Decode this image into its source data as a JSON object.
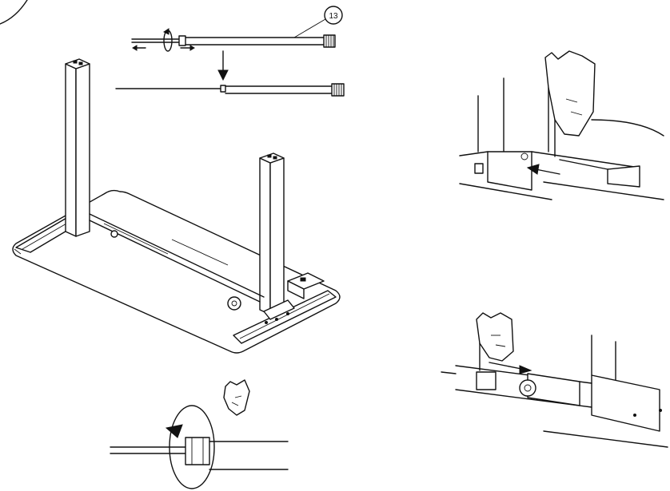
{
  "callout": {
    "part_number": "13"
  },
  "colors": {
    "line": "#111111",
    "background": "#ffffff"
  },
  "panels": [
    {
      "name": "rod-insertion-overview",
      "icons": [
        "rotate-arrow-icon",
        "push-arrow-icon",
        "hex-rod",
        "desk-frame"
      ]
    },
    {
      "name": "rod-push-detail",
      "icons": [
        "hand-icon",
        "push-arrow-icon"
      ]
    },
    {
      "name": "rod-tighten-detail",
      "icons": [
        "hand-icon",
        "rotate-arrow-icon"
      ]
    },
    {
      "name": "rod-slide-detail",
      "icons": [
        "hand-icon",
        "push-arrow-icon"
      ]
    }
  ]
}
